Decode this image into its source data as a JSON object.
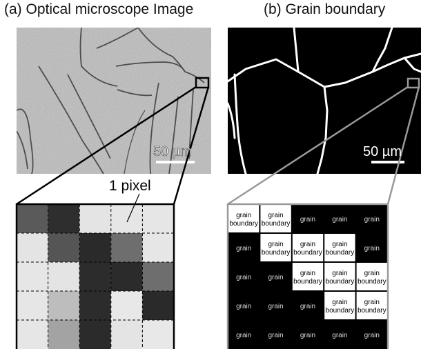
{
  "titles": {
    "left": "(a) Optical microscope Image",
    "right": "(b) Grain boundary"
  },
  "scale_bar_left": "50 µm",
  "scale_bar_right": "50 µm",
  "pixel_label": "1 pixel",
  "labels": {
    "grain": "grain",
    "boundary_line1": "grain",
    "boundary_line2": "boundary"
  },
  "gray_grid": [
    [
      "#5a5a5a",
      "#2e2e2e",
      "#e4e4e4",
      "#e6e6e6",
      "#e6e6e6"
    ],
    [
      "#e4e4e4",
      "#555555",
      "#2a2a2a",
      "#6e6e6e",
      "#e6e6e6"
    ],
    [
      "#e6e6e6",
      "#e4e4e4",
      "#2c2c2c",
      "#2b2b2b",
      "#6e6e6e"
    ],
    [
      "#e6e6e6",
      "#bdbdbd",
      "#2c2c2c",
      "#e8e8e8",
      "#2a2a2a"
    ],
    [
      "#e6e6e6",
      "#a3a3a3",
      "#2b2b2b",
      "#e4e4e4",
      "#e8e8e8"
    ]
  ],
  "boundary_grid": [
    [
      1,
      1,
      0,
      0,
      0
    ],
    [
      0,
      1,
      1,
      1,
      0
    ],
    [
      0,
      0,
      1,
      1,
      1
    ],
    [
      0,
      0,
      0,
      1,
      1
    ],
    [
      0,
      0,
      0,
      0,
      0
    ]
  ]
}
